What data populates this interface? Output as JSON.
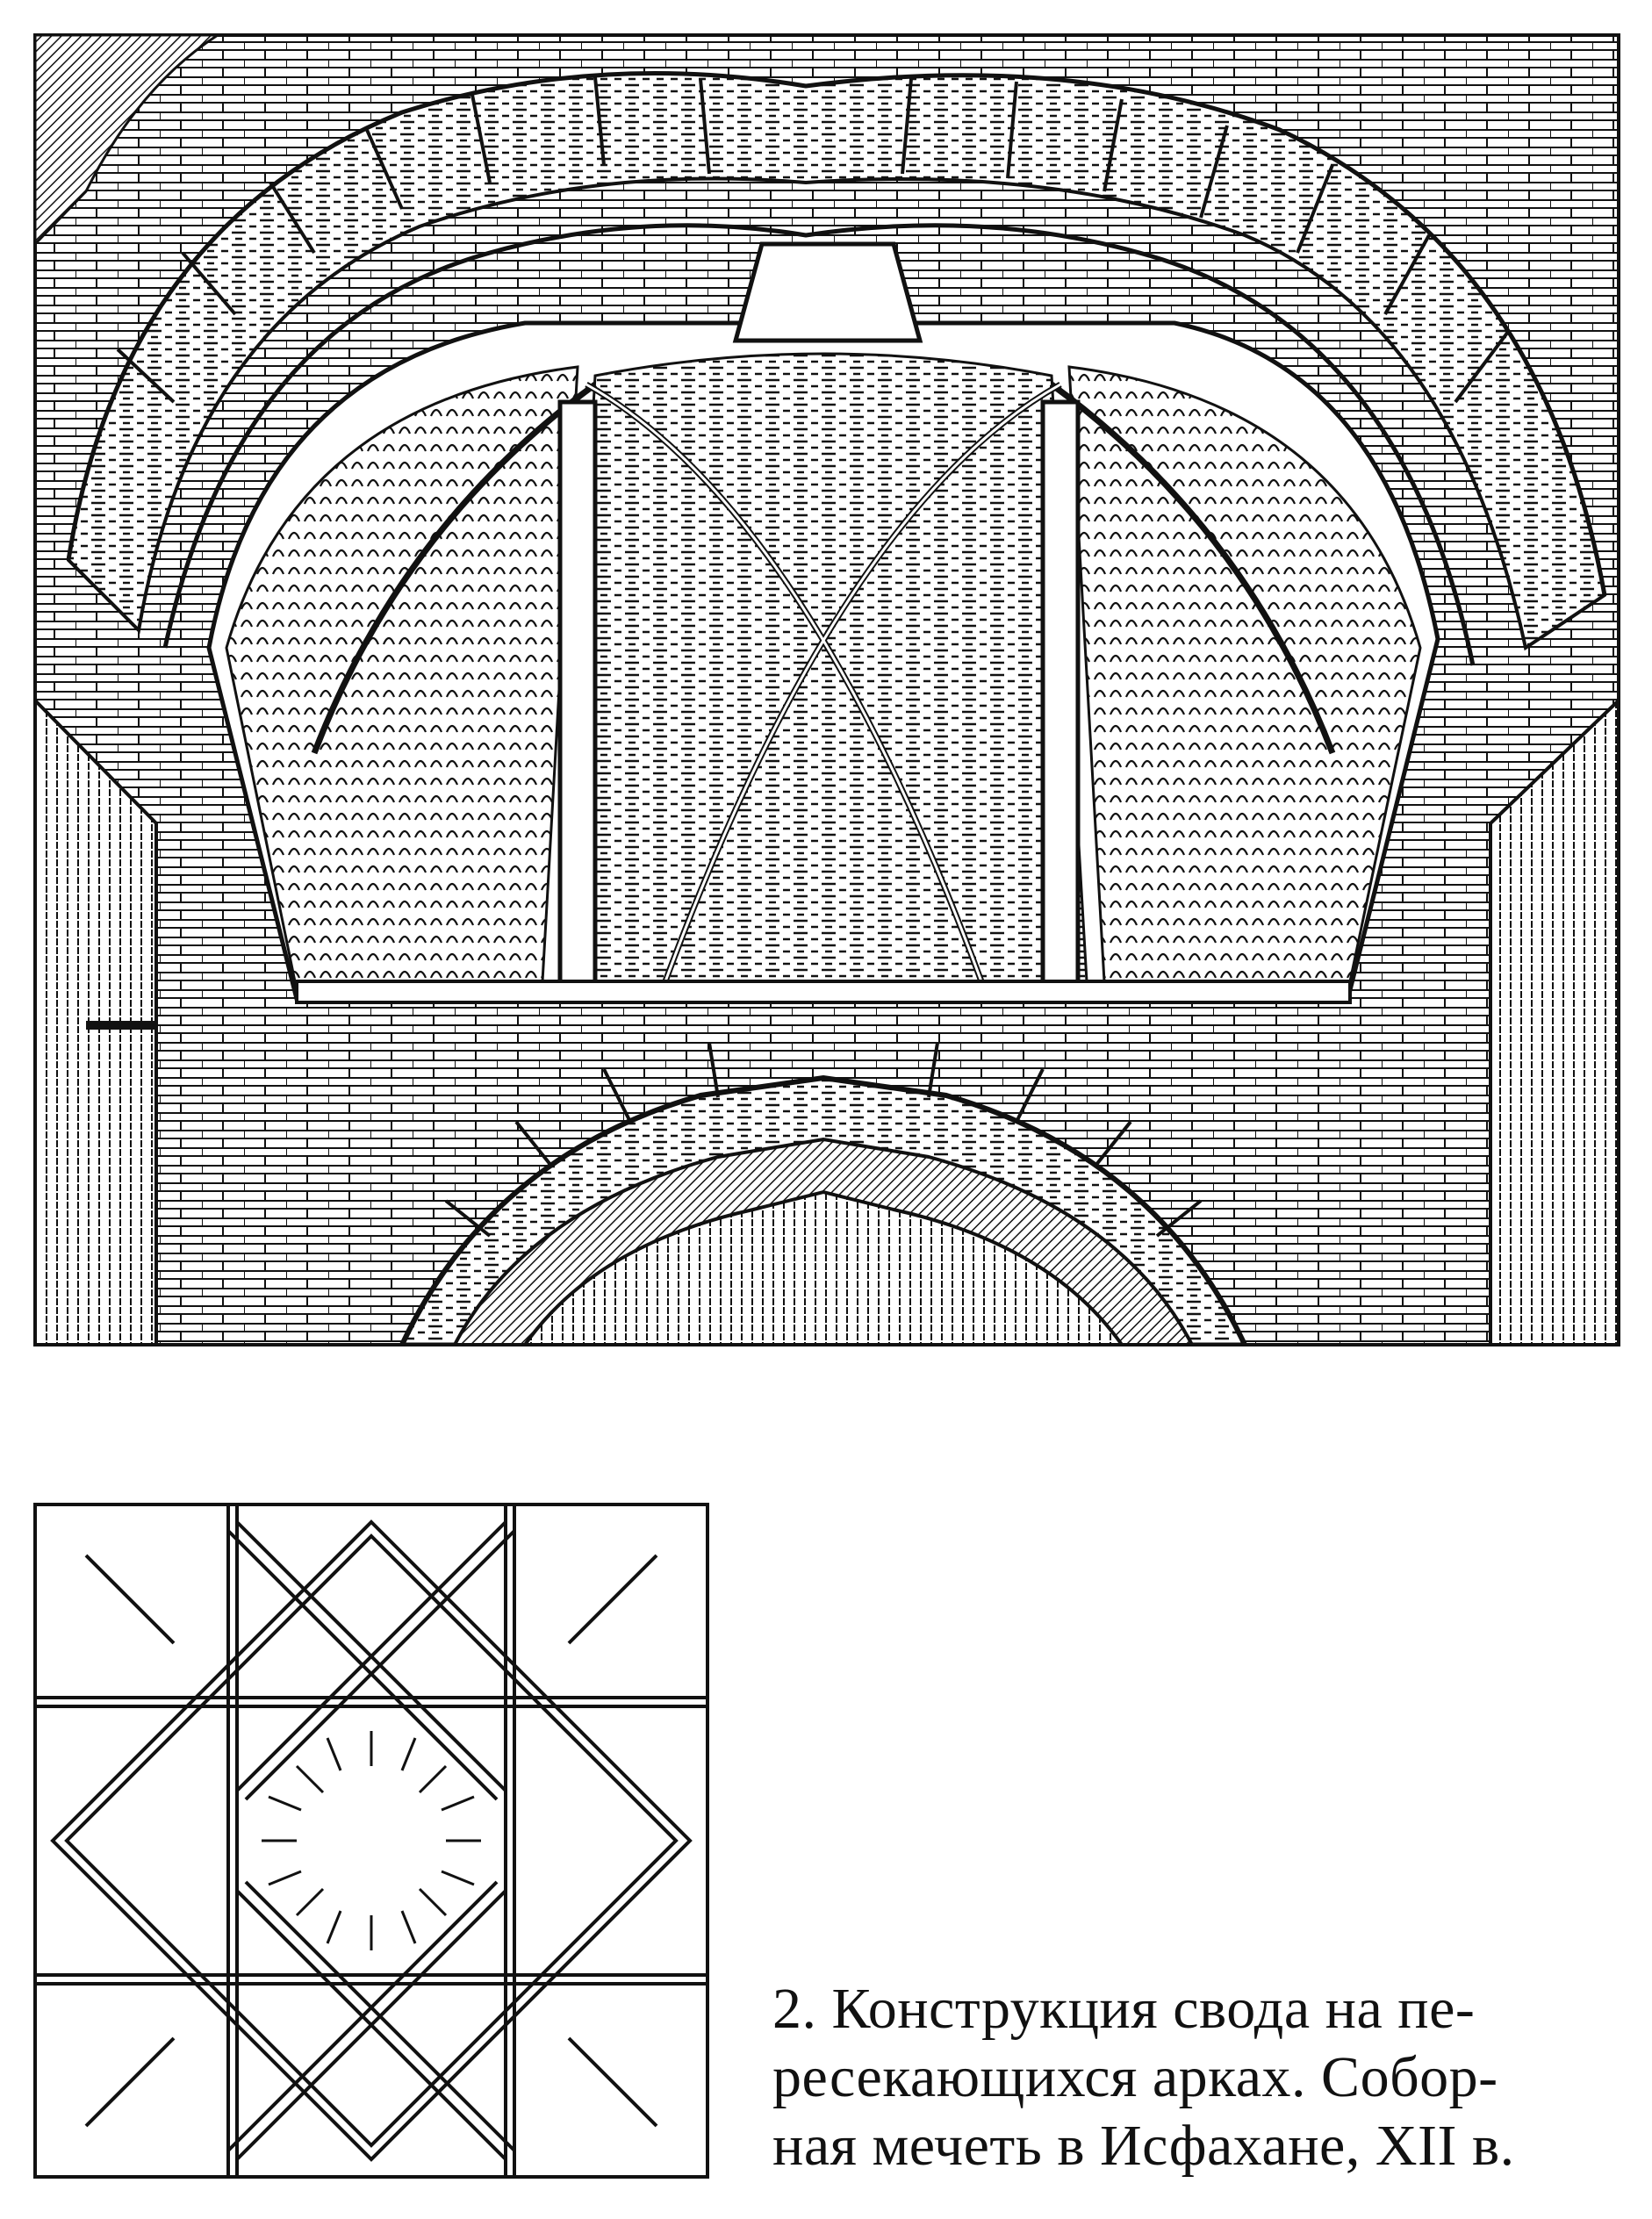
{
  "figure": {
    "illustration": "vault-perspective-drawing",
    "plan": "vault-ground-plan"
  },
  "caption": {
    "lines": [
      "2. Конструкция свода на пе-",
      "ресекающихся арках. Собор-",
      "ная мечеть в Исфахане, XII в."
    ]
  },
  "colors": {
    "ink": "#111111",
    "paper": "#ffffff"
  }
}
